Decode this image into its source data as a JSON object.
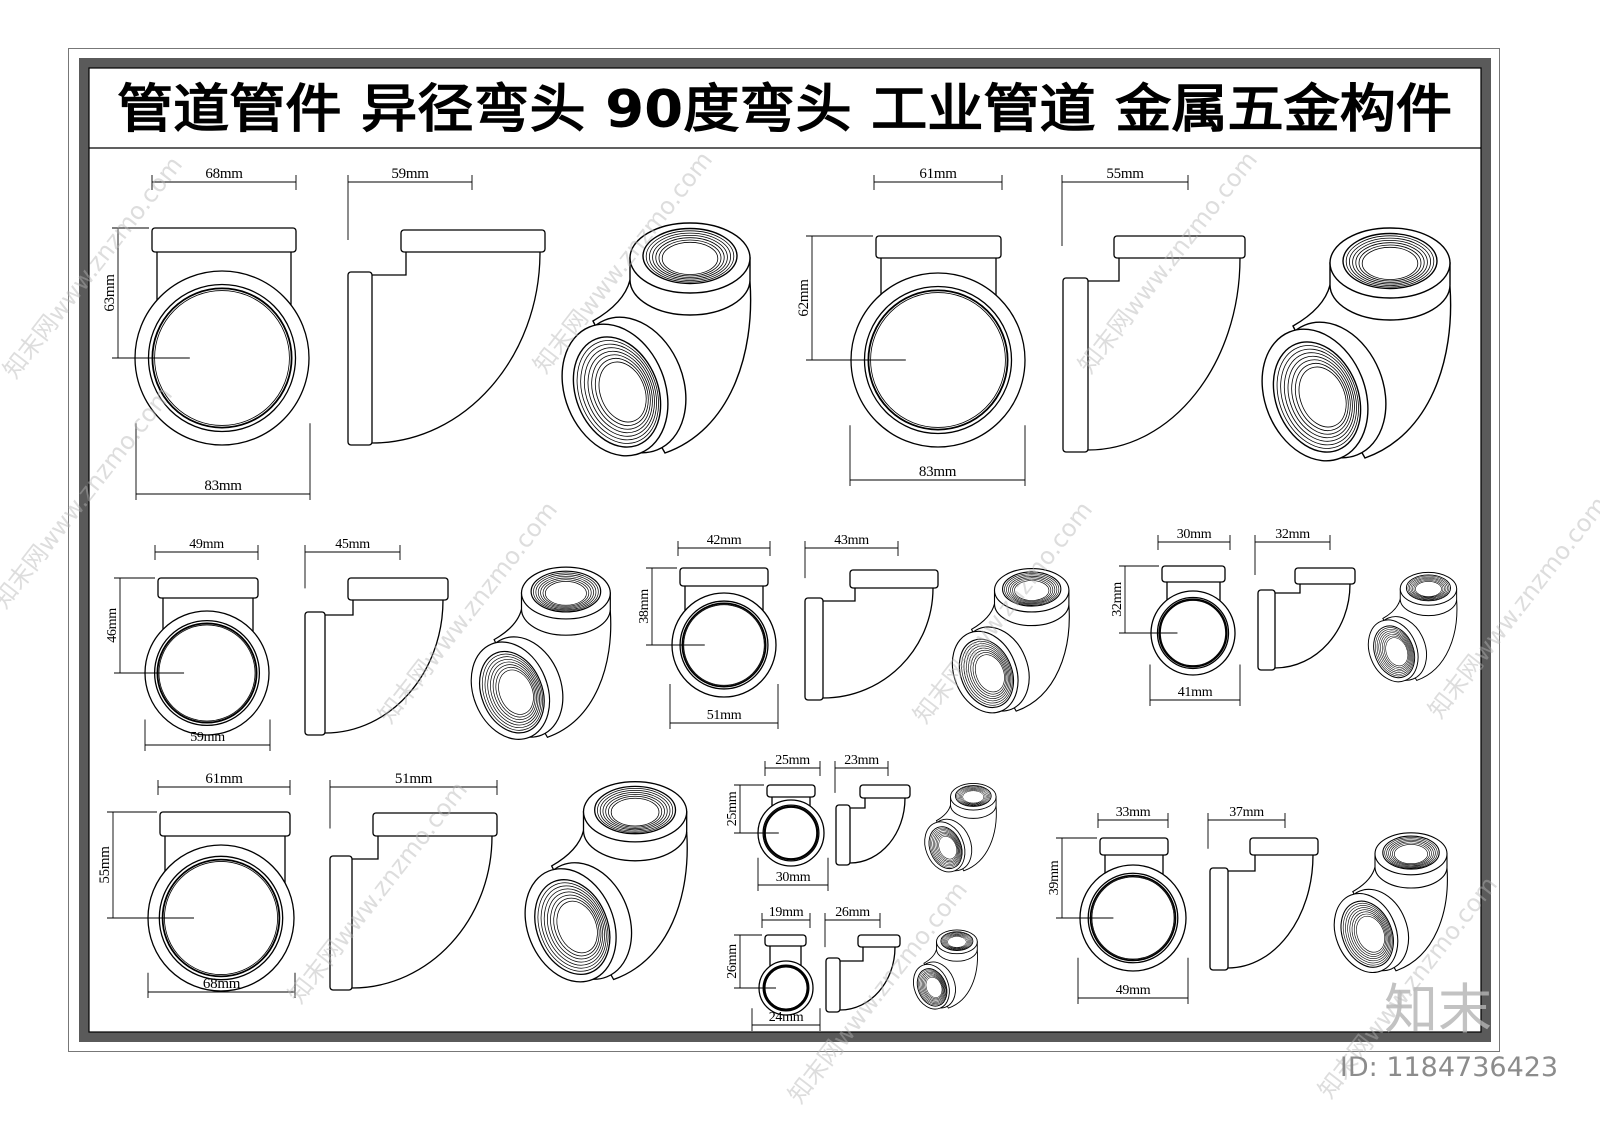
{
  "title": "管道管件 异径弯头 90度弯头 工业管道 金属五金构件",
  "fittings": [
    {
      "front_top": "68mm",
      "front_left": "63mm",
      "front_bottom": "83mm",
      "side_top": "59mm"
    },
    {
      "front_top": "61mm",
      "front_left": "62mm",
      "front_bottom": "83mm",
      "side_top": "55mm"
    },
    {
      "front_top": "49mm",
      "front_left": "46mm",
      "front_bottom": "59mm",
      "side_top": "45mm"
    },
    {
      "front_top": "42mm",
      "front_left": "38mm",
      "front_bottom": "51mm",
      "side_top": "43mm"
    },
    {
      "front_top": "30mm",
      "front_left": "32mm",
      "front_bottom": "41mm",
      "side_top": "32mm"
    },
    {
      "front_top": "61mm",
      "front_left": "55mm",
      "front_bottom": "68mm",
      "side_top": "51mm"
    },
    {
      "front_top": "25mm",
      "front_left": "25mm",
      "front_bottom": "30mm",
      "side_top": "23mm"
    },
    {
      "front_top": "19mm",
      "front_left": "26mm",
      "front_bottom": "24mm",
      "side_top": "26mm"
    },
    {
      "front_top": "33mm",
      "front_left": "39mm",
      "front_bottom": "49mm",
      "side_top": "37mm"
    }
  ],
  "watermark": {
    "brand": "知末",
    "id": "ID: 1184736423",
    "site": "知末网www.znzmo.com"
  },
  "colors": {
    "line": "#000000",
    "frame": "#5a5a5a",
    "watermark": "#b4b4b4",
    "id_text": "#8c8c8c"
  }
}
